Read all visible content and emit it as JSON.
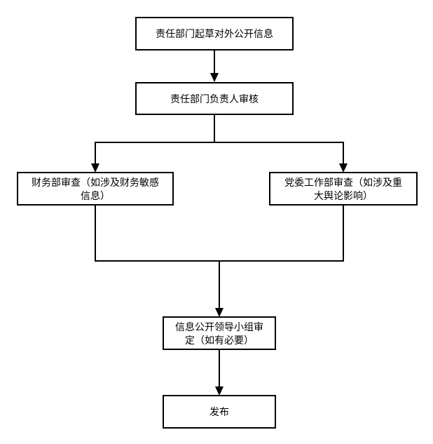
{
  "flowchart": {
    "nodes": {
      "draft": {
        "label": "责任部门起草对外公开信息"
      },
      "dept_head_review": {
        "label": "责任部门负责人审核"
      },
      "finance_review": {
        "line1": "财务部审查（如涉及财务敏感",
        "line2": "信息）"
      },
      "party_review": {
        "line1": "党委工作部审查（如涉及重",
        "line2": "大舆论影响）"
      },
      "leading_group": {
        "line1": "信息公开领导小组审",
        "line2": "定（如有必要）"
      },
      "publish": {
        "label": "发布"
      }
    }
  }
}
